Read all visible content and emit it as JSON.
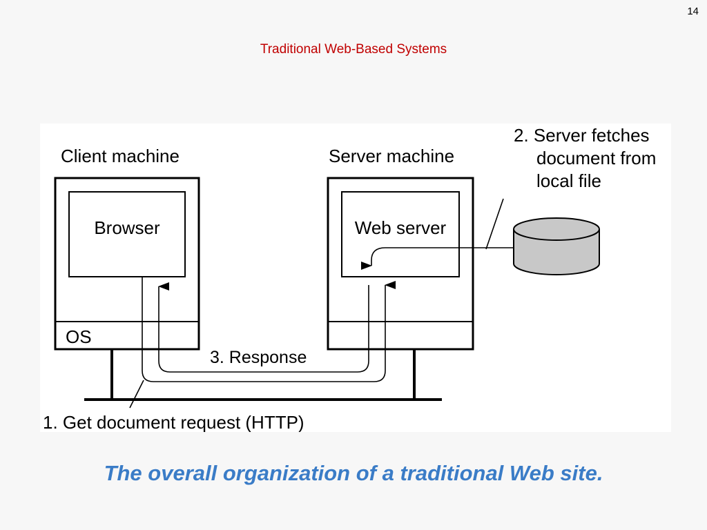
{
  "slide": {
    "page_number": "14",
    "title": "Traditional Web-Based Systems",
    "caption": "The overall organization of a traditional Web site."
  },
  "diagram": {
    "client_label": "Client machine",
    "server_label": "Server machine",
    "browser_label": "Browser",
    "web_server_label": "Web server",
    "os_label": "OS",
    "step2_line1": "2. Server fetches",
    "step2_line2": "document from",
    "step2_line3": "local file",
    "step3_label": "3. Response",
    "step1_label": "1. Get document request (HTTP)",
    "colors": {
      "disk_fill": "#c8c8c8",
      "stroke": "#000000"
    }
  }
}
